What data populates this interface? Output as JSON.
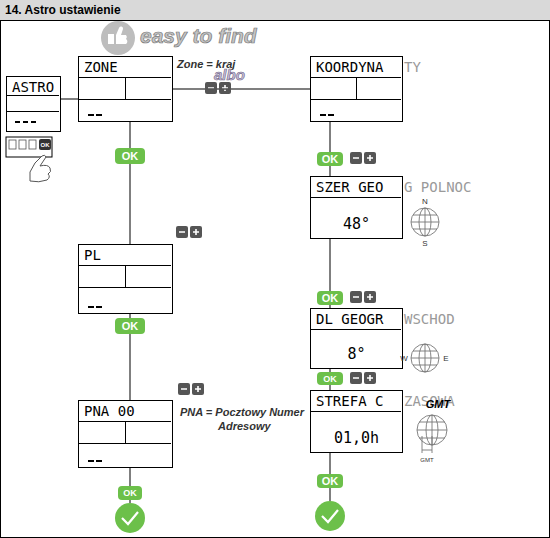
{
  "diagram": {
    "title": "14. Astro ustawienie",
    "nodes": [
      {
        "text": [
          "ASTRO"
        ]
      },
      {
        "text": [
          "ZONE"
        ]
      },
      {
        "text": [
          "KOORDYNA",
          "TY"
        ]
      },
      {
        "text": [
          "OK"
        ]
      },
      {
        "text": [
          "PL"
        ]
      },
      {
        "text": [
          "OK"
        ]
      },
      {
        "text": [
          "PNA 00"
        ]
      },
      {
        "text": [
          "OK"
        ]
      },
      {
        "text": [
          "OK"
        ]
      },
      {
        "text": [
          "SZER GEO",
          "G POLNOC",
          "48°"
        ]
      },
      {
        "text": [
          "OK"
        ]
      },
      {
        "text": [
          "DL GEOGR",
          "WSCHOD",
          "8°"
        ]
      },
      {
        "text": [
          "OK"
        ]
      },
      {
        "text": [
          "STREFA C",
          "ZASOWA",
          "01,0h"
        ]
      },
      {
        "text": [
          "OK"
        ]
      }
    ],
    "edges": [
      {
        "from": 0,
        "to": 1,
        "arrow": "none"
      },
      {
        "from": 1,
        "to": 2,
        "arrow": "none"
      },
      {
        "from": 1,
        "to": 3,
        "arrow": "none"
      },
      {
        "from": 3,
        "to": 4,
        "arrow": "none"
      },
      {
        "from": 4,
        "to": 5,
        "arrow": "none"
      },
      {
        "from": 5,
        "to": 6,
        "arrow": "none"
      },
      {
        "from": 6,
        "to": 7,
        "arrow": "none"
      },
      {
        "from": 2,
        "to": 8,
        "arrow": "none"
      },
      {
        "from": 8,
        "to": 9,
        "arrow": "none"
      },
      {
        "from": 9,
        "to": 10,
        "arrow": "none"
      },
      {
        "from": 10,
        "to": 11,
        "arrow": "none"
      },
      {
        "from": 11,
        "to": 12,
        "arrow": "none"
      },
      {
        "from": 12,
        "to": 13,
        "arrow": "none"
      },
      {
        "from": 13,
        "to": 14,
        "arrow": "none"
      }
    ],
    "labels": [
      "easy to find",
      "Zone = kraj",
      "albo",
      "PNA = Pocztowy Numer Adresowy",
      "N",
      "S",
      "W",
      "E",
      "GMT",
      "GMT",
      "OK"
    ]
  }
}
